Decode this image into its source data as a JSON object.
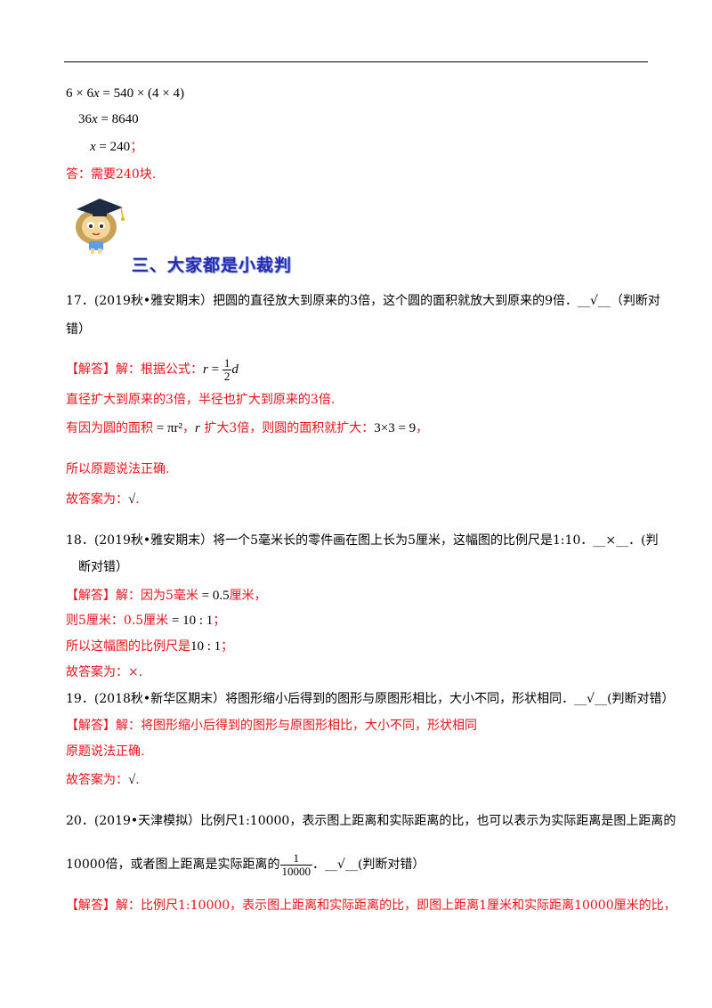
{
  "top_calc": {
    "line1_left": "6 × 6",
    "line1_var": "x",
    "line1_right": " = 540 × (4 × 4)",
    "line2_left": "36",
    "line2_var": "x",
    "line2_right": " = 8640",
    "line3_var": "x",
    "line3_right": " = 240",
    "line3_tail": "；",
    "answer": "答：需要240块."
  },
  "section": {
    "title": "三、大家都是小裁判"
  },
  "q17": {
    "stem": "17．(2019秋•雅安期末）把圆的直径放大到原来的3倍，这个圆的面积就放大到原来的9倍．__√__（判断对",
    "stem2": "错）",
    "a1_prefix": "【解答】解：根据公式：",
    "formula_lhs": "r = ",
    "formula_num": "1",
    "formula_den": "2",
    "formula_var": "d",
    "a2": "直径扩大到原来的3倍，半径也扩大到原来的3倍.",
    "a3_prefix": "有因为圆的面积",
    "a3_formula": " = πr²",
    "a3_mid": "，",
    "a3_r": "r",
    "a3_mid2": " 扩大3倍，则圆的面积就扩大：",
    "a3_calc": "3×3 = 9",
    "a3_tail": "，",
    "a4": "所以原题说法正确.",
    "a5_prefix": "故答案为：",
    "a5_value": "√",
    "a5_tail": "."
  },
  "q18": {
    "stem": "18．(2019秋•雅安期末）将一个5毫米长的零件画在图上长为5厘米，这幅图的比例尺是1:10．__×__．(判",
    "stem2": "断对错）",
    "a1_prefix": "【解答】解：因为5毫米",
    "a1_formula": " = 0.5",
    "a1_tail": "厘米，",
    "a2_prefix": "则5厘米：0.5厘米",
    "a2_formula": " = 10 : 1",
    "a2_tail": "；",
    "a3_prefix": "所以这幅图的比例尺是",
    "a3_formula": "10 : 1",
    "a3_tail": "；",
    "a4": "故答案为：×."
  },
  "q19": {
    "stem": "19．(2018秋•新华区期末）将图形缩小后得到的图形与原图形相比，大小不同，形状相同．__√__(判断对错）",
    "a1": "【解答】解：将图形缩小后得到的图形与原图形相比，大小不同，形状相同",
    "a2": "原题说法正确.",
    "a3_prefix": "故答案为：",
    "a3_value": "√",
    "a3_tail": "."
  },
  "q20": {
    "stem": "20．(2019•天津模拟）比例尺1:10000，表示图上距离和实际距离的比，也可以表示为实际距离是图上距离的",
    "stem2_prefix": "10000倍，或者图上距离是实际距离的",
    "frac_num": "1",
    "frac_den": "10000",
    "stem2_tail": "．__√__(判断对错）",
    "a1": "【解答】解：比例尺1:10000，表示图上距离和实际距离的比，即图上距离1厘米和实际距离10000厘米的比，"
  }
}
